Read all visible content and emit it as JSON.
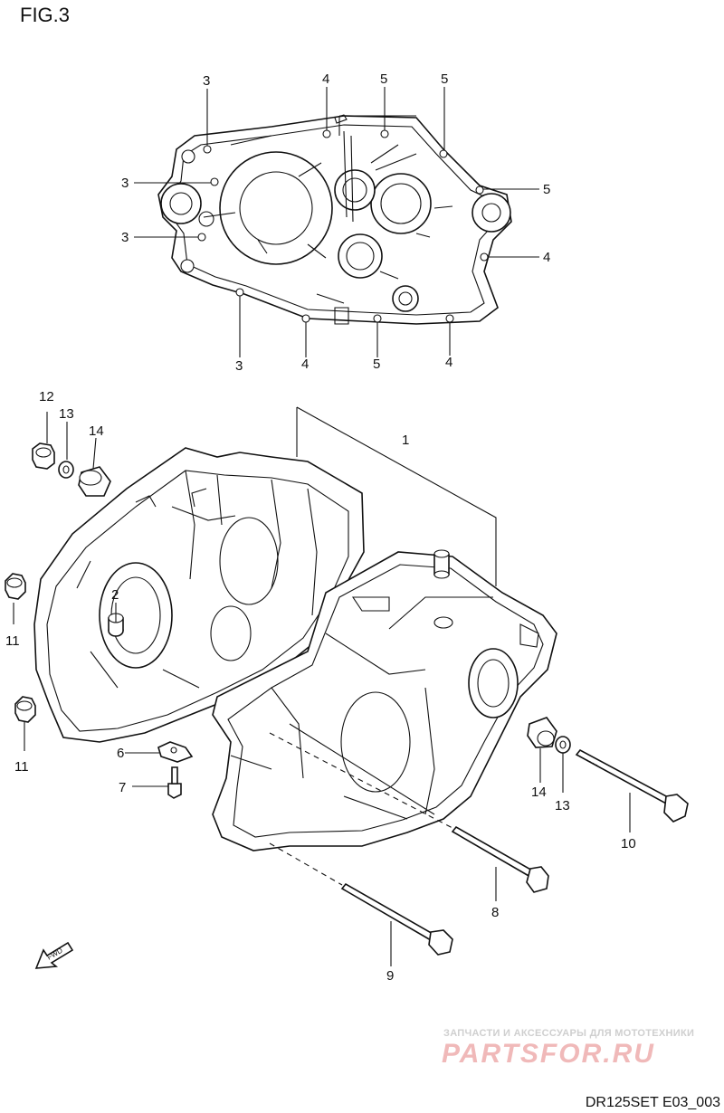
{
  "figure": {
    "title": "FIG.3",
    "code": "DR125SET E03_003"
  },
  "watermark": {
    "tagline": "ЗАПЧАСТИ И АКСЕССУАРЫ ДЛЯ МОТОТЕХНИКИ",
    "logo": "PARTSFOR.RU"
  },
  "fwd_label": "FWD",
  "callouts_top": [
    "3",
    "4",
    "5",
    "5",
    "3",
    "5",
    "3",
    "4",
    "3",
    "4",
    "5",
    "4"
  ],
  "callouts_bottom": [
    "12",
    "13",
    "14",
    "1",
    "2",
    "11",
    "11",
    "6",
    "7",
    "14",
    "13",
    "10",
    "8",
    "9"
  ]
}
